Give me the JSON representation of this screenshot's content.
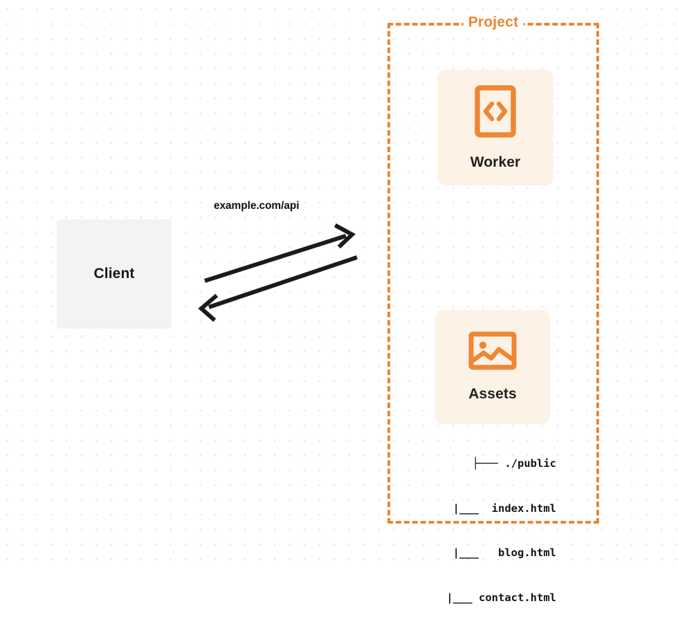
{
  "diagram": {
    "type": "architecture-diagram",
    "background": {
      "style": "dot-grid",
      "dot_color": "#e8e8ea",
      "page_color": "#ffffff"
    },
    "colors": {
      "accent": "#eb8632",
      "card_background": "#fdf2e6",
      "client_background": "#f3f3f5",
      "text_dark": "#17171a",
      "arrow": "#1b1b1d"
    },
    "client": {
      "label": "Client"
    },
    "connection": {
      "label": "example.com/api",
      "direction": "bidirectional",
      "arrow_out_name": "request-arrow",
      "arrow_in_name": "response-arrow"
    },
    "project": {
      "title": "Project",
      "border_style": "dashed",
      "cards": [
        {
          "label": "Worker",
          "icon": "code-brackets-icon"
        },
        {
          "label": "Assets",
          "icon": "image-icon"
        }
      ],
      "file_tree": {
        "lines": [
          "├─── ./public",
          "    |___  index.html",
          "    |___   blog.html",
          "    |___ contact.html"
        ]
      }
    }
  }
}
